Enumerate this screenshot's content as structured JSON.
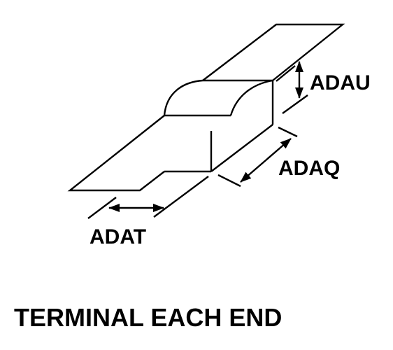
{
  "labels": {
    "adau": "ADAU",
    "adaq": "ADAQ",
    "adat": "ADAT"
  },
  "caption": "TERMINAL EACH END",
  "colors": {
    "ink": "#000000",
    "background": "#ffffff"
  }
}
